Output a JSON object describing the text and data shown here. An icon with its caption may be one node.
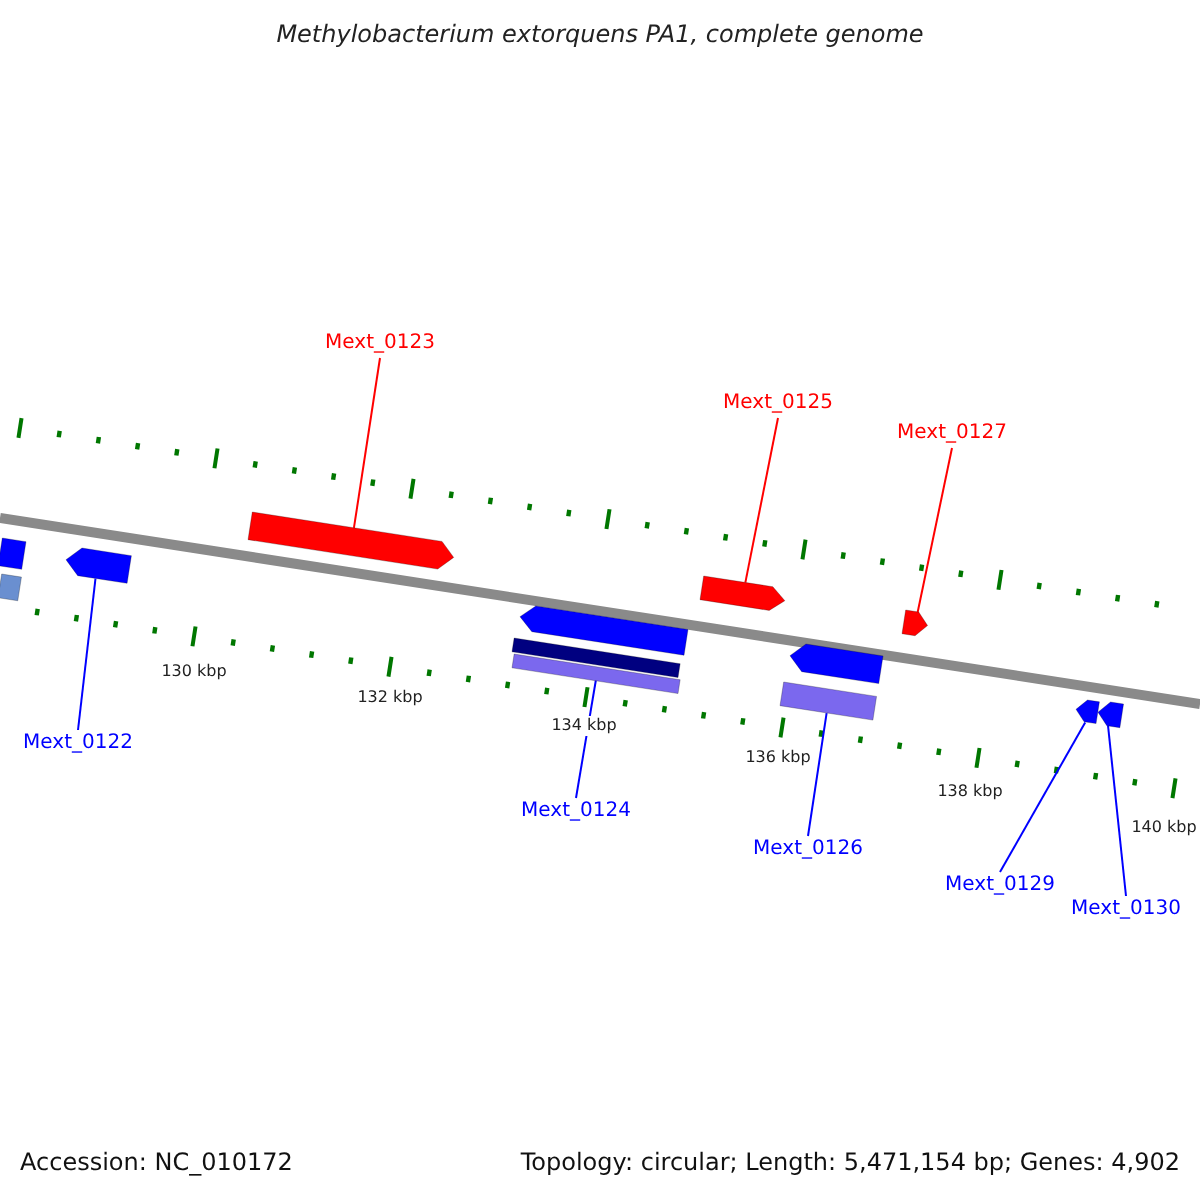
{
  "diagram": {
    "title": "Methylobacterium extorquens PA1, complete genome",
    "nodes": [
      {
        "text": [
          "Mext_0123"
        ]
      },
      {
        "text": [
          "Mext_0125"
        ]
      },
      {
        "text": [
          "Mext_0127"
        ]
      },
      {
        "text": [
          "Mext_0122"
        ]
      },
      {
        "text": [
          "Mext_0124"
        ]
      },
      {
        "text": [
          "Mext_0126"
        ]
      },
      {
        "text": [
          "Mext_0129"
        ]
      },
      {
        "text": [
          "Mext_0130"
        ]
      },
      {
        "text": [],
        "shape": "bar"
      },
      {
        "text": [],
        "shape": "bar"
      },
      {
        "text": [],
        "shape": "bar"
      },
      {
        "text": [],
        "shape": "bar"
      },
      {
        "text": [],
        "shape": "bar"
      },
      {
        "text": [],
        "shape": "bar"
      },
      {
        "text": [],
        "shape": "bar"
      },
      {
        "text": [],
        "shape": "bar"
      },
      {
        "text": [],
        "shape": "bar"
      },
      {
        "text": [],
        "shape": "bar"
      },
      {
        "text": [],
        "shape": "bar"
      },
      {
        "text": [],
        "shape": "bar"
      },
      {
        "text": [],
        "shape": "bar"
      }
    ],
    "edges": [
      {
        "from": 0,
        "to": 11,
        "arrow": "none",
        "color": "#ff0000"
      },
      {
        "from": 1,
        "to": 15,
        "arrow": "none",
        "color": "#ff0000"
      },
      {
        "from": 2,
        "to": 18,
        "arrow": "none",
        "color": "#ff0000"
      },
      {
        "from": 3,
        "to": 10,
        "arrow": "none",
        "color": "#0000ff"
      },
      {
        "from": 4,
        "to": 14,
        "arrow": "none",
        "color": "#0000ff"
      },
      {
        "from": 5,
        "to": 17,
        "arrow": "none",
        "color": "#0000ff"
      },
      {
        "from": 6,
        "to": 19,
        "arrow": "none",
        "color": "#0000ff"
      },
      {
        "from": 7,
        "to": 20,
        "arrow": "none",
        "color": "#0000ff"
      }
    ],
    "labels": [
      "130 kbp",
      "132 kbp",
      "134 kbp",
      "136 kbp",
      "138 kbp",
      "140 kbp",
      "Accession: NC_010172",
      "Topology: circular; Length: 5,471,154 bp; Genes: 4,902"
    ]
  }
}
